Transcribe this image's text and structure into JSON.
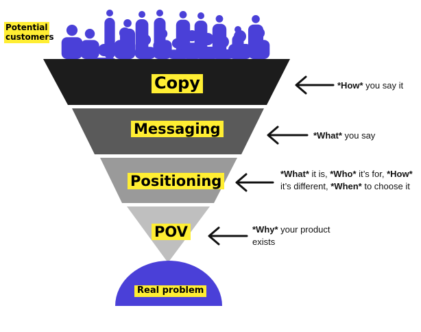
{
  "audience_label": "Potential customers",
  "layers": [
    {
      "id": "copy",
      "label": "Copy",
      "fill": "#1c1c1c"
    },
    {
      "id": "messaging",
      "label": "Messaging",
      "fill": "#5a5a5a"
    },
    {
      "id": "positioning",
      "label": "Positioning",
      "fill": "#9a9a9a"
    },
    {
      "id": "pov",
      "label": "POV",
      "fill": "#bfbfbf"
    }
  ],
  "foundation": {
    "label": "Real problem",
    "fill": "#4a40d8"
  },
  "annotations": {
    "copy": [
      {
        "strong": "*How*",
        "text": " you say it"
      }
    ],
    "messaging": [
      {
        "strong": "*What*",
        "text": " you say"
      }
    ],
    "positioning": [
      {
        "strong": "*What*",
        "text": " it is, "
      },
      {
        "strong": "*Who*",
        "text": " it’s for, "
      },
      {
        "strong": "*How*",
        "text": " it’s different, "
      },
      {
        "strong": "*When*",
        "text": " to choose it"
      }
    ],
    "pov": [
      {
        "strong": "*Why*",
        "text": " your product exists"
      }
    ]
  },
  "colors": {
    "people": "#4a40d8",
    "highlight": "#ffee33",
    "arrow": "#111111"
  },
  "icons": {
    "people": "person-icon",
    "arrow": "arrow-left-icon"
  }
}
